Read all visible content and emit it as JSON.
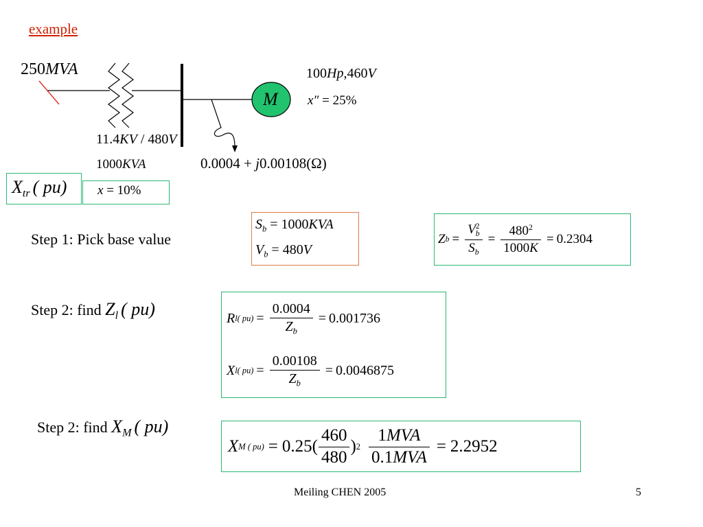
{
  "title": "example",
  "colors": {
    "title": "#cc2200",
    "green_box": "#2bb673",
    "red_box": "#e07a4a",
    "motor_fill": "#22c36e",
    "arrow_fill": "#2fc07a"
  },
  "diagram": {
    "source_rating": {
      "num": "250",
      "unit": "MVA"
    },
    "transformer": {
      "voltage": {
        "a": "11.4",
        "au": "KV",
        "sep": " / ",
        "b": "480",
        "bu": "V"
      },
      "rating": {
        "num": "1000",
        "unit": "KVA"
      },
      "reactance": {
        "var": "x",
        "eq": " = ",
        "val": "10%"
      }
    },
    "motor": {
      "symbol": "M",
      "rating": {
        "a": "100",
        "au": "Hp",
        "sep": ",",
        "b": "460",
        "bu": "V"
      },
      "reactance": {
        "var": "x″",
        "eq": " = ",
        "val": "25%"
      }
    },
    "line_impedance": {
      "re": "0.0004",
      "plus": " + ",
      "j": "j",
      "im": "0.00108",
      "unit": "(Ω)"
    }
  },
  "xtr_label": {
    "var": "X",
    "sub": "tr",
    "args": "( pu)"
  },
  "step1": {
    "label": "Step 1: Pick base value",
    "sb": {
      "var": "S",
      "sub": "b",
      "eq": " = ",
      "val": "1000",
      "unit": "KVA"
    },
    "vb": {
      "var": "V",
      "sub": "b",
      "eq": " = ",
      "val": "480",
      "unit": "V"
    },
    "zb": {
      "var": "Z",
      "sub": "b",
      "eq1": " = ",
      "num_var": "V",
      "num_sub": "b",
      "num_sup": "2",
      "den_var": "S",
      "den_sub": "b",
      "eq2": " = ",
      "num2": "480",
      "num2_sup": "2",
      "den2": "1000",
      "den2_unit": "K",
      "eq3": " = ",
      "result": "0.2304"
    }
  },
  "step2": {
    "label": "Step 2: find",
    "var": "Z",
    "sub": "l",
    "args": "( pu)",
    "r": {
      "var": "R",
      "sub": "l( pu)",
      "eq1": " = ",
      "num": "0.0004",
      "den_var": "Z",
      "den_sub": "b",
      "eq2": " = ",
      "result": "0.001736"
    },
    "x": {
      "var": "X",
      "sub": "l( pu)",
      "eq1": " = ",
      "num": "0.00108",
      "den_var": "Z",
      "den_sub": "b",
      "eq2": " = ",
      "result": "0.0046875"
    }
  },
  "step3": {
    "label": "Step 2: find",
    "var": "X",
    "sub": "M",
    "args": "( pu)",
    "eq": {
      "var": "X",
      "sub": "M ( pu)",
      "eq1": " = ",
      "coef": "0.25(",
      "num1": "460",
      "den1": "480",
      "close": ")",
      "sup": "2",
      "num2": "1",
      "num2_unit": "MVA",
      "den2": "0.1",
      "den2_unit": "MVA",
      "eq2": " = ",
      "result": "2.2952"
    }
  },
  "footer": {
    "author": "Meiling CHEN 2005",
    "page": "5"
  }
}
